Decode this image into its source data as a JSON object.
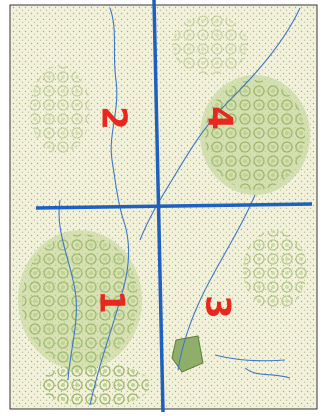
{
  "map": {
    "quadrants": [
      {
        "id": "q1",
        "label": "1"
      },
      {
        "id": "q2",
        "label": "2"
      },
      {
        "id": "q3",
        "label": "3"
      },
      {
        "id": "q4",
        "label": "4"
      }
    ],
    "colors": {
      "background": "#f3f1dc",
      "vegetation_light": "#b9cf8e",
      "vegetation_dark": "#7ea04c",
      "stipple": "#9fb07a",
      "grid_line": "#1f5fbf",
      "stream": "#3f78c8",
      "label": "#e8281e",
      "frame": "#333333",
      "patch": "#8fae6a"
    }
  }
}
